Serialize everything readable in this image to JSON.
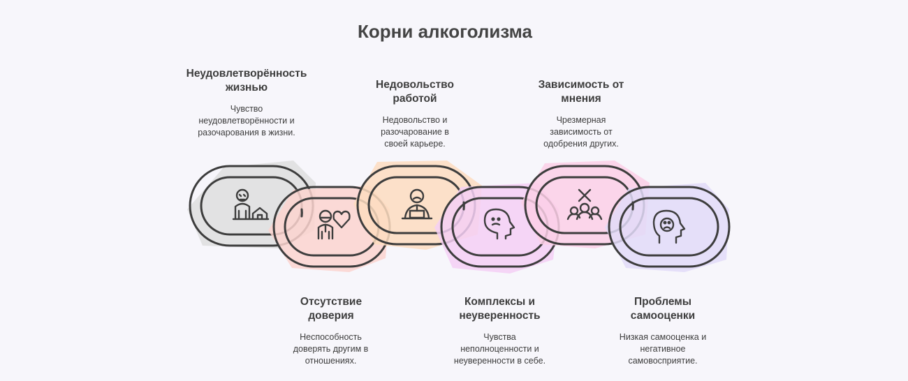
{
  "title": "Корни алкоголизма",
  "links": [
    {
      "heading": "Неудовлетворённость жизнью",
      "description": "Чувство неудовлетворённости и разочарования в жизни.",
      "icon": "person-house-icon",
      "color": "#dedede"
    },
    {
      "heading": "Отсутствие доверия",
      "description": "Неспособность доверять другим в отношениях.",
      "icon": "person-heart-icon",
      "color": "#fbd3cf"
    },
    {
      "heading": "Недовольство работой",
      "description": "Недовольство и разочарование в своей карьере.",
      "icon": "worker-desk-icon",
      "color": "#fddcc0"
    },
    {
      "heading": "Комплексы и неуверенность",
      "description": "Чувства неполноценности и неуверенности в себе.",
      "icon": "worried-head-icon",
      "color": "#f4cff4"
    },
    {
      "heading": "Зависимость от мнения",
      "description": "Чрезмерная зависимость от одобрения других.",
      "icon": "group-approval-icon",
      "color": "#fbcfe6"
    },
    {
      "heading": "Проблемы самооценки",
      "description": "Низкая самооценка и негативное самовосприятие.",
      "icon": "sad-head-icon",
      "color": "#e2daf8"
    }
  ]
}
